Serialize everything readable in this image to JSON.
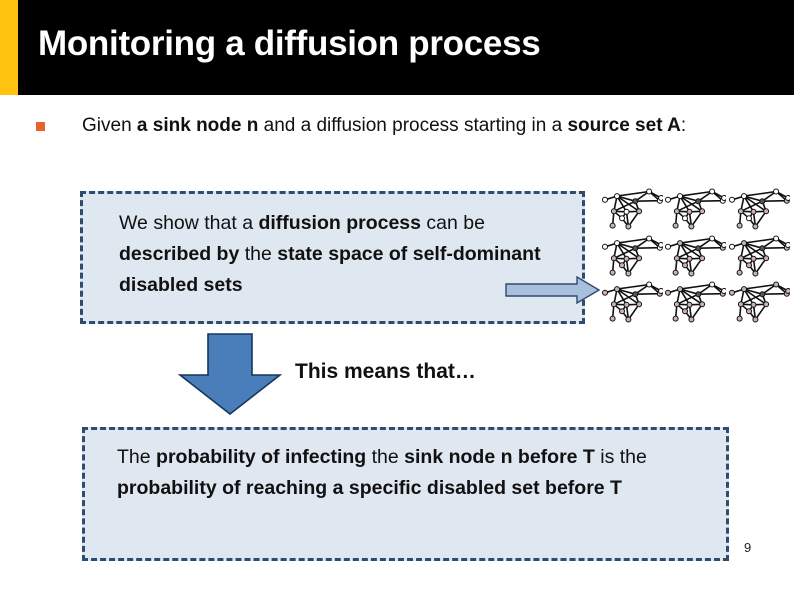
{
  "slide": {
    "title": "Monitoring a diffusion process",
    "page_number": "9",
    "accent_color": "#FFC20E",
    "header_background": "#000000",
    "bullet_marker_color": "#E8622A",
    "callout_fill": "#DFE7F1",
    "callout_border": "#2E4C6D",
    "arrow_fill": "#4A7EBB"
  },
  "bullet": {
    "segments": [
      {
        "text": "Given ",
        "bold": false
      },
      {
        "text": "a sink node n",
        "bold": true
      },
      {
        "text": " and a diffusion process starting in a ",
        "bold": false
      },
      {
        "text": "source set A",
        "bold": true
      },
      {
        "text": ":",
        "bold": false
      }
    ]
  },
  "callout_top": {
    "segments": [
      {
        "text": "We show that a ",
        "bold": false
      },
      {
        "text": "diffusion process",
        "bold": true
      },
      {
        "text": " can be ",
        "bold": false
      },
      {
        "text": "described by",
        "bold": true
      },
      {
        "text": " the ",
        "bold": false
      },
      {
        "text": "state space of self-dominant disabled sets",
        "bold": true
      }
    ]
  },
  "connector": {
    "label": "This means that…"
  },
  "callout_bottom": {
    "segments": [
      {
        "text": "The ",
        "bold": false
      },
      {
        "text": "probability of infecting",
        "bold": true
      },
      {
        "text": " the ",
        "bold": false
      },
      {
        "text": "sink node n before T",
        "bold": true
      },
      {
        "text": " is the ",
        "bold": false
      },
      {
        "text": "probability of reaching a specific disabled set before T",
        "bold": true
      }
    ]
  },
  "graph_grid": {
    "rows": 3,
    "cols": 3,
    "cells": [
      {
        "id": "graph-1"
      },
      {
        "id": "graph-2"
      },
      {
        "id": "graph-3"
      },
      {
        "id": "graph-4"
      },
      {
        "id": "graph-5"
      },
      {
        "id": "graph-6"
      },
      {
        "id": "graph-7"
      },
      {
        "id": "graph-8"
      },
      {
        "id": "graph-9"
      }
    ]
  }
}
